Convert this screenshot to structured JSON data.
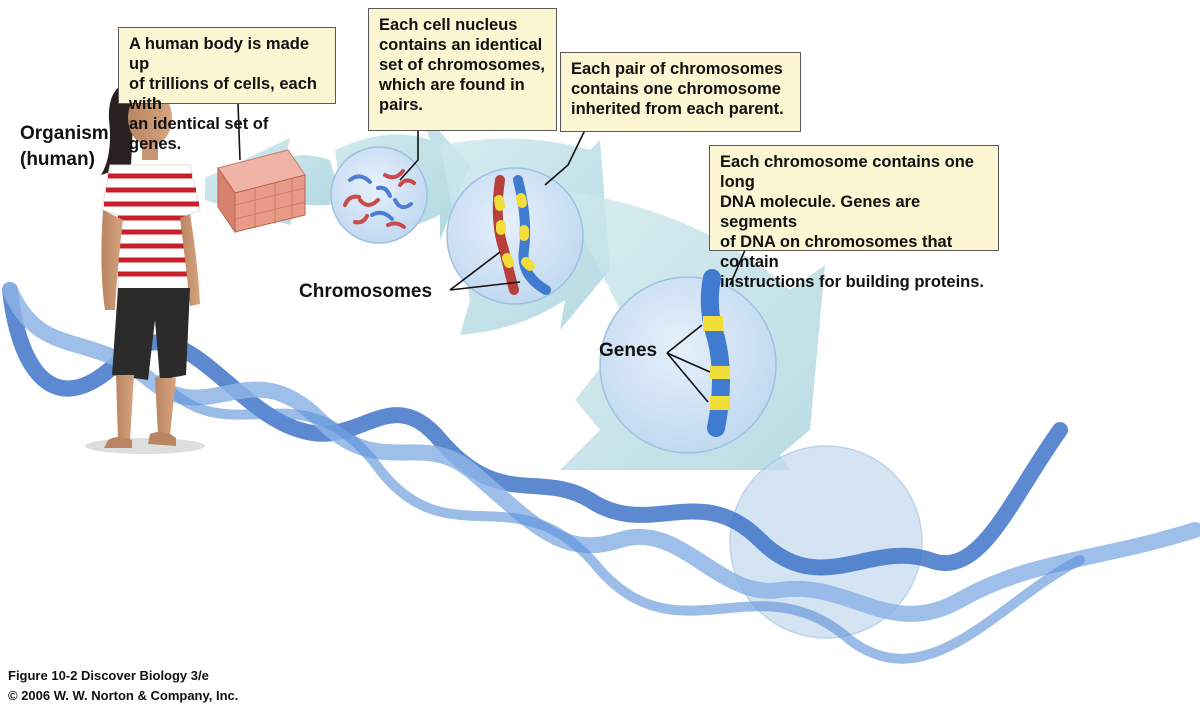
{
  "labels": {
    "organism": "Organism\n(human)",
    "chromosomes": "Chromosomes",
    "genes": "Genes"
  },
  "callouts": {
    "body": "A human body is made up\nof trillions of cells, each with\nan identical set of genes.",
    "nucleus": "Each cell nucleus\ncontains  an identical\nset of chromosomes,\nwhich are found in\npairs.",
    "pair": "Each pair of chromosomes\ncontains one chromosome\ninherited from each parent.",
    "chromosome": "Each chromosome contains one long\nDNA molecule. Genes are segments\nof DNA on chromosomes that contain\ninstructions for building proteins."
  },
  "credits": {
    "figure": "Figure 10-2  Discover Biology 3/e",
    "copyright": "© 2006 W. W. Norton & Company, Inc."
  },
  "colors": {
    "arrow": "#b9dde6",
    "circle": "#d4e6f5",
    "dna": "#3f74c8",
    "callout_bg": "#fdf6d3",
    "stripe": "#c8202a",
    "gene_band": "#f2dd3a"
  }
}
